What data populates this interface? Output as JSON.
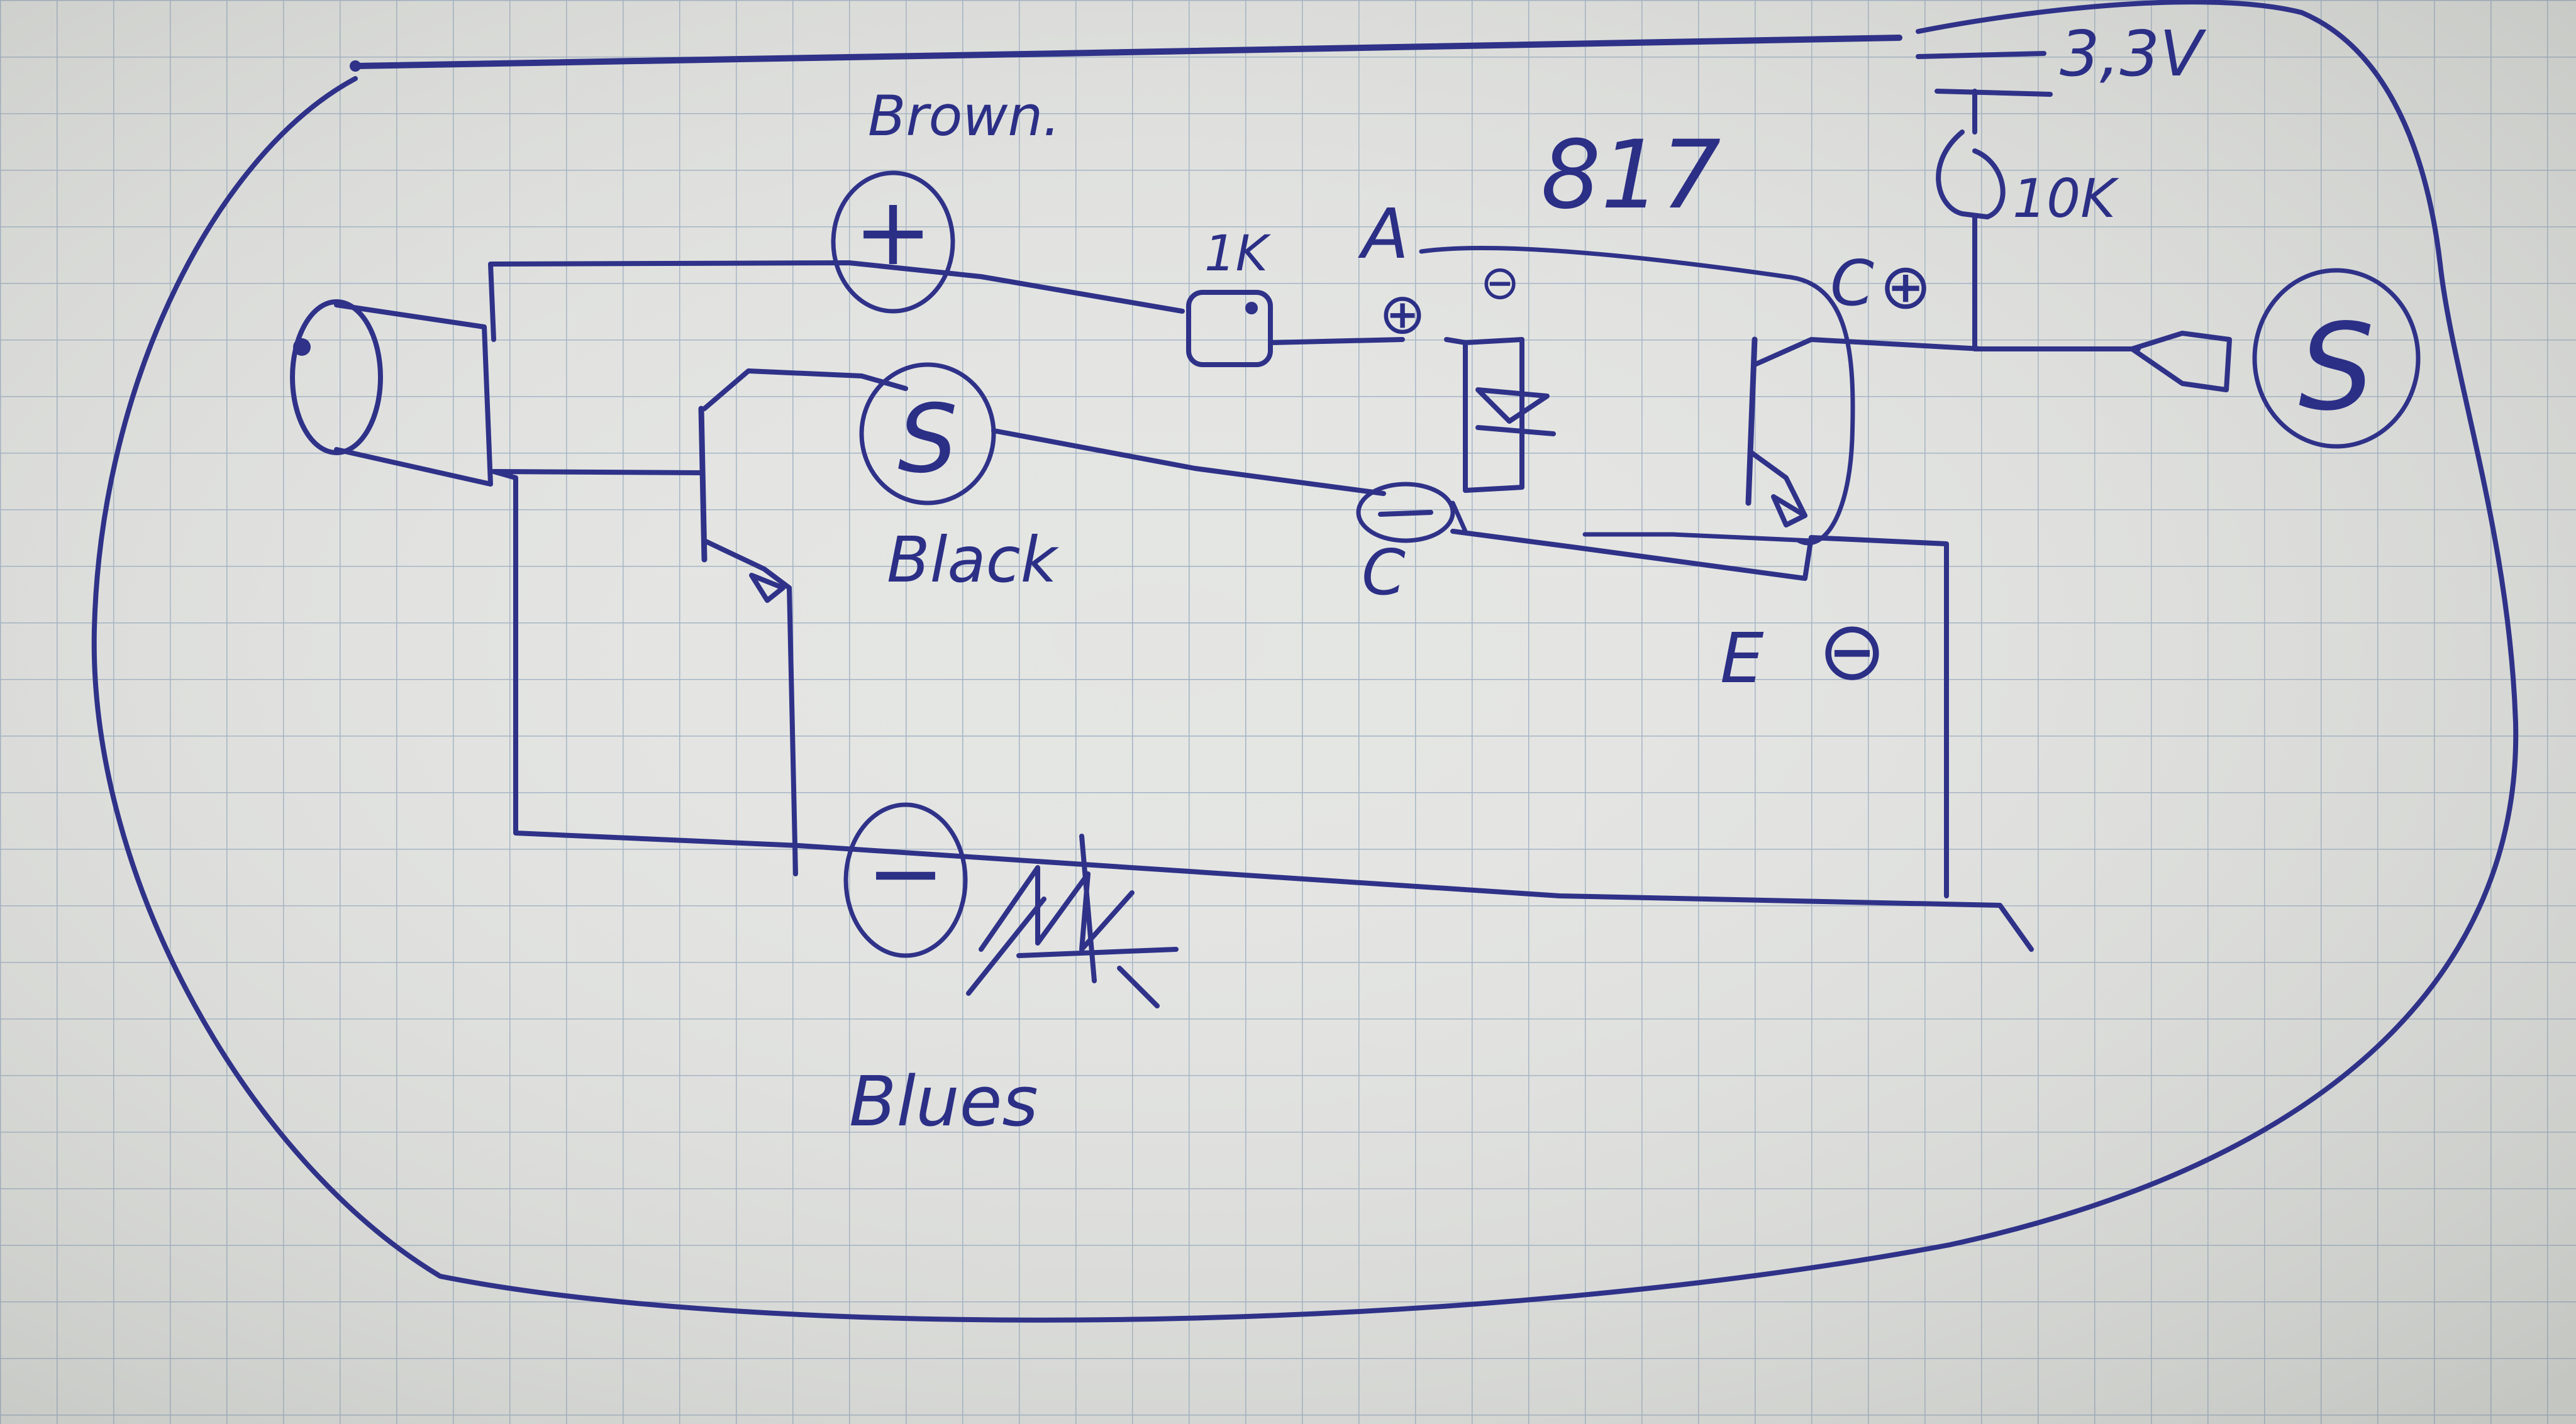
{
  "diagram": {
    "labels": {
      "brown": "Brown.",
      "black": "Black",
      "blues": "Blues",
      "optocoupler_part": "817",
      "supply_voltage": "3,3V",
      "resistor_1k": "1K",
      "resistor_10k": "10K",
      "anode": "A",
      "cathode": "C",
      "collector": "C",
      "emitter": "E"
    },
    "symbols": {
      "plus": "+",
      "minus": "−",
      "switch": "S",
      "anode_plus": "⊕",
      "cathode_minus": "⊖",
      "pin_dot": "⊖",
      "collector_plus": "⊕",
      "emitter_minus": "⊖"
    },
    "colors": {
      "ink": "#2f3288",
      "paper": "#e4e5e2",
      "grid": "#9fb0c4"
    }
  }
}
